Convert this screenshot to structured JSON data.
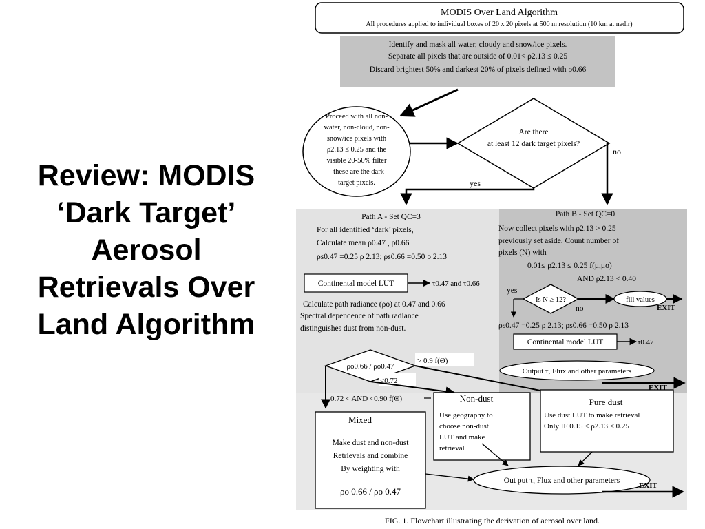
{
  "slide": {
    "title_lines": [
      "Review: MODIS",
      "‘Dark Target’",
      "Aerosol",
      "Retrievals Over",
      "Land Algorithm"
    ]
  },
  "flowchart": {
    "header": {
      "title": "MODIS Over Land Algorithm",
      "subtitle": "All procedures applied to individual boxes of 20 x 20 pixels at 500 m resolution (10 km at nadir)"
    },
    "mask_box": [
      "Identify and mask all water, cloudy and snow/ice pixels.",
      "Separate all pixels that are outside of 0.01< ρ2.13 ≤ 0.25",
      "Discard brightest 50% and darkest 20% of pixels defined with ρ0.66"
    ],
    "proceed_circle": [
      "Proceed with all non-",
      "water, non-cloud, non-",
      "snow/ice pixels with",
      "ρ2.13 ≤ 0.25 and the",
      "visible 20-50% filter",
      "- these are the dark",
      "target pixels."
    ],
    "decision_12": [
      "Are there",
      "at least 12 dark target pixels?"
    ],
    "label_no": "no",
    "label_yes": "yes",
    "path_a": {
      "title": "Path A - Set QC=3",
      "lines": [
        "For all identified ‘dark’ pixels,",
        "Calculate mean ρ0.47 , ρ0.66",
        "ρs0.47 =0.25 ρ 2.13; ρs0.66 =0.50 ρ 2.13"
      ],
      "lut_box": "Continental model LUT",
      "lut_output": "τ0.47 and τ0.66",
      "radiance_lines": [
        "Calculate path radiance (ρo) at 0.47 and 0.66",
        "Spectral dependence of path radiance",
        "distinguishes dust from non-dust."
      ]
    },
    "path_b": {
      "title": "Path B - Set QC=0",
      "lines": [
        "Now collect pixels with ρ2.13 > 0.25",
        "previously set aside. Count number of",
        "pixels (N) with",
        "0.01≤ ρ2.13 ≤ 0.25 f(μ,μo)",
        "AND ρ2.13 < 0.40"
      ],
      "decision": "Is N ≥ 12?",
      "label_yes": "yes",
      "label_no": "no",
      "fill_values": "fill values",
      "exit": "EXIT",
      "surface_line": "ρs0.47 =0.25 ρ 2.13; ρs0.66 =0.50 ρ 2.13",
      "lut_box": "Continental model LUT",
      "lut_output": "τ0.47",
      "output": "Output τ, Flux and other parameters",
      "exit2": "EXIT"
    },
    "ratio_decision": {
      "label": "ρo0.66 / ρo0.47",
      "gt": "> 0.9 f(Θ)",
      "lt": "<0.72",
      "mid": "0.72 < AND <0.90 f(Θ)"
    },
    "mixed": {
      "title": "Mixed",
      "lines": [
        "Make dust and non-dust",
        "Retrievals and combine",
        "By weighting with"
      ],
      "formula": "ρo 0.66 / ρo 0.47"
    },
    "non_dust": {
      "title": "Non-dust",
      "lines": [
        "Use geography to",
        "choose non-dust",
        "LUT and make",
        "retrieval"
      ]
    },
    "pure_dust": {
      "title": "Pure dust",
      "lines": [
        "Use dust LUT to make retrieval",
        "Only IF 0.15 < ρ2.13 < 0.25"
      ]
    },
    "final_output": "Out put τ, Flux and other parameters",
    "final_exit": "EXIT",
    "caption": "FIG. 1. Flowchart illustrating the derivation of aerosol over land.",
    "colors": {
      "shade_dark": "#c3c3c3",
      "shade_light": "#e3e3e3",
      "line": "#000000"
    }
  }
}
